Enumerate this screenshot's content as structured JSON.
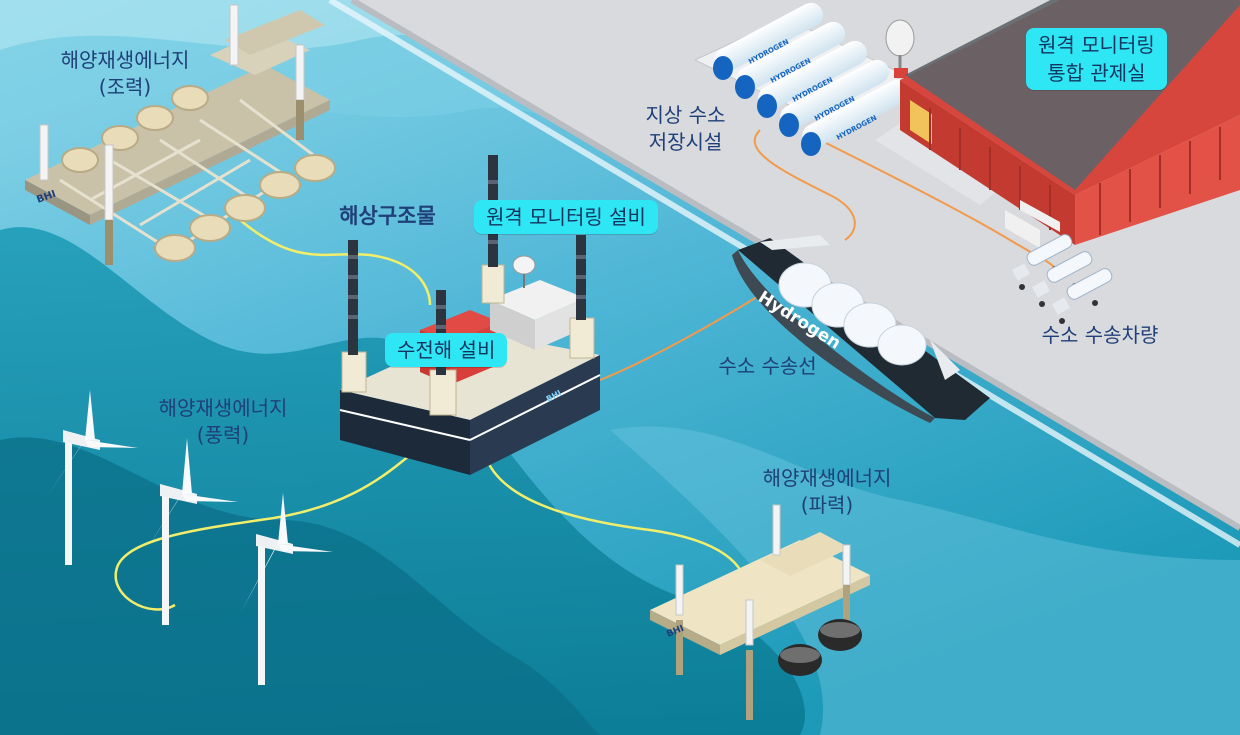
{
  "labels": {
    "tidal": {
      "line1": "해양재생에너지",
      "line2": "(조력)"
    },
    "wind": {
      "line1": "해양재생에너지",
      "line2": "(풍력)"
    },
    "wave": {
      "line1": "해양재생에너지",
      "line2": "(파력)"
    },
    "offshore_structure": "해상구조물",
    "remote_monitoring_equipment": "원격 모니터링 설비",
    "electrolysis": "수전해 설비",
    "ground_storage": {
      "line1": "지상 수소",
      "line2": "저장시설"
    },
    "control_room": {
      "line1": "원격 모니터링",
      "line2": "통합 관제실"
    },
    "ship": "수소 수송선",
    "trucks": "수소 수송차량"
  },
  "ship_text": "Hydrogen",
  "logo_text": "BHI",
  "tank_text": "HYDROGEN",
  "colors": {
    "sea_light": "#5ac0dc",
    "sea_deep": "#0e8aa6",
    "land": "#d8dadd",
    "highlight": "#2ee6f4",
    "label": "#1f3f78",
    "cable": "#f2ee6a",
    "pipe": "#f29a4a",
    "building": "#d9423a"
  },
  "icons": [
    "wind-turbine-icon",
    "satellite-dish-icon",
    "storage-tank-icon",
    "truck-icon",
    "ship-icon",
    "logo-icon"
  ]
}
